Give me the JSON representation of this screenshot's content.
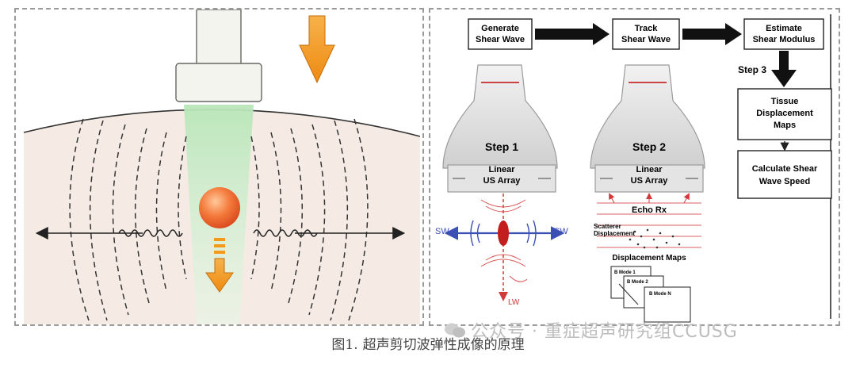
{
  "right": {
    "flow": {
      "generate": [
        "Generate",
        "Shear Wave"
      ],
      "track": [
        "Track",
        "Shear Wave"
      ],
      "estimate": [
        "Estimate",
        "Shear Modulus"
      ],
      "step3": "Step 3",
      "tissue": [
        "Tissue",
        "Displacement",
        "Maps"
      ],
      "calc": [
        "Calculate Shear",
        "Wave Speed"
      ]
    },
    "probe1": {
      "step": "Step 1",
      "label": [
        "Linear",
        "US Array"
      ]
    },
    "probe2": {
      "step": "Step 2",
      "label": [
        "Linear",
        "US Array"
      ]
    },
    "sw_left": "SW",
    "sw_right": "SW",
    "lw": "LW",
    "echo": "Echo Rx",
    "scatterer": [
      "Scatterer",
      "Displacement"
    ],
    "disp_maps": "Displacement Maps",
    "bmodes": [
      "B Mode 1",
      "B Mode 2",
      "B Mode N"
    ]
  },
  "caption": {
    "fig": "图1.",
    "text": "超声剪切波弹性成像的原理"
  },
  "watermark": "公众号 · 重症超声研究组CCUSG",
  "colors": {
    "skin": "#f5ebe4",
    "beam": "#c6ecc6",
    "arrow": "#f39a1e",
    "ball": "#f26a2e",
    "flow_arrow": "#111111",
    "wave_red": "#d23a3a",
    "wave_blue": "#3b4fb5"
  }
}
